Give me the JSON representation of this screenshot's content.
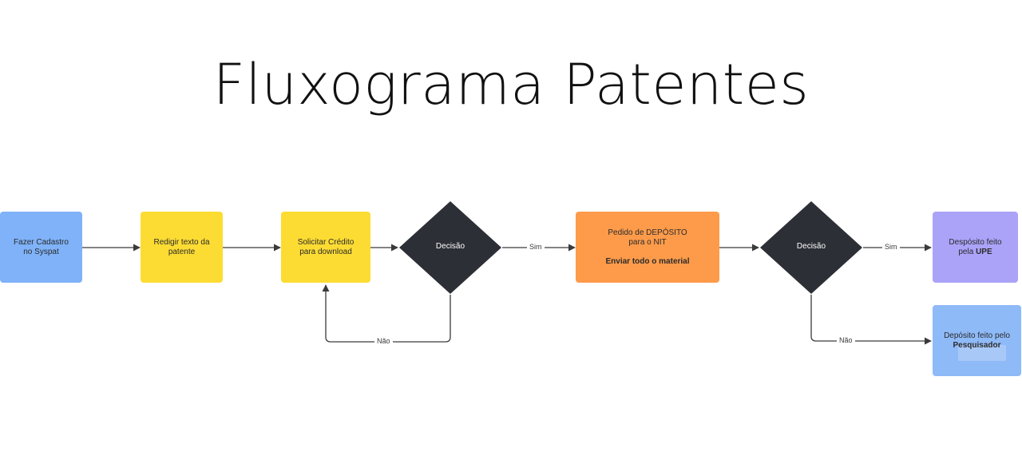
{
  "title": "Fluxograma Patentes",
  "colors": {
    "blue": "#7fb2f8",
    "yellow": "#fcdc33",
    "orange": "#fd9b4a",
    "purple": "#aaa3f8",
    "decision": "#2d2f36",
    "arrow": "#3a3a3a"
  },
  "nodes": {
    "cadastro": {
      "line1": "Fazer Cadastro",
      "line2": "no Syspat"
    },
    "redigir": {
      "line1": "Redigir texto da",
      "line2": "patente"
    },
    "solicitar": {
      "line1": "Solicitar Crédito",
      "line2": "para download"
    },
    "decisao1": {
      "label": "Decisão"
    },
    "pedido": {
      "line1": "Pedido de DEPÓSITO",
      "line2": "para o NIT",
      "line3": "Enviar todo o material"
    },
    "decisao2": {
      "label": "Decisão"
    },
    "upe": {
      "line1": "Despósito feito",
      "line2_prefix": "pela ",
      "line2_bold": "UPE"
    },
    "pesquisador": {
      "line1": "Depósito feito pelo",
      "line2": "Pesquisador"
    }
  },
  "edges": {
    "sim1": "Sim",
    "nao1": "Não",
    "sim2": "Sim",
    "nao2": "Não"
  }
}
